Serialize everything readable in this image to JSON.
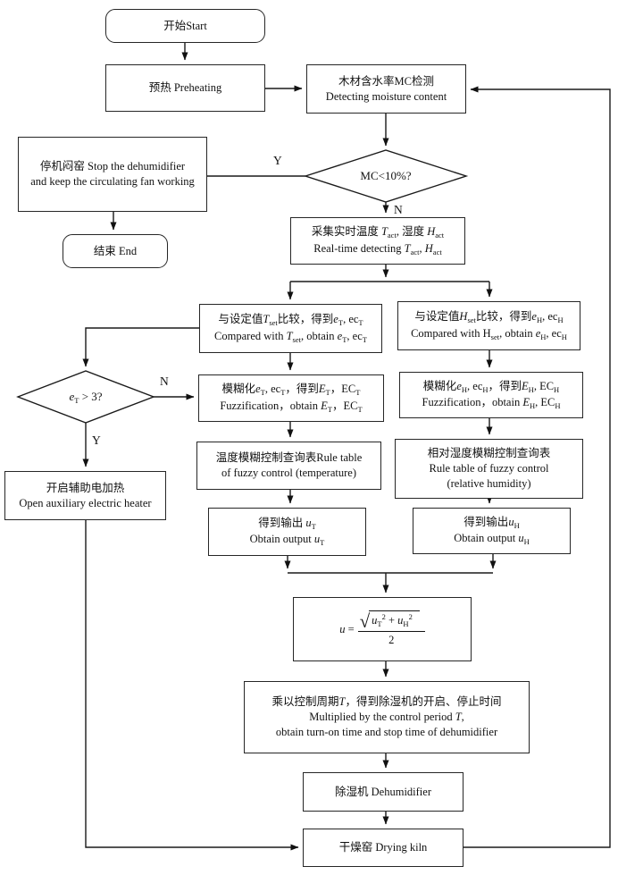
{
  "page": {
    "background": "#ffffff",
    "line_color": "#1a1a1a"
  },
  "labels": {
    "mc_yes": "Y",
    "mc_no": "N",
    "et_no": "N",
    "et_yes": "Y"
  },
  "nodes": {
    "start": {
      "lines": [
        [
          {
            "t": "开始Start"
          }
        ]
      ]
    },
    "preheat": {
      "lines": [
        [
          {
            "t": "预热  Preheating"
          }
        ]
      ]
    },
    "mc_detect": {
      "lines": [
        [
          {
            "t": "木材含水率MC检测"
          }
        ],
        [
          {
            "t": "Detecting moisture content"
          }
        ]
      ]
    },
    "mc_decision": {
      "lines": [
        [
          {
            "t": "MC<10%?"
          }
        ]
      ]
    },
    "stop": {
      "lines": [
        [
          {
            "t": "停机闷窑 Stop the dehumidifier"
          }
        ],
        [
          {
            "t": "and keep the circulating fan working"
          }
        ]
      ]
    },
    "end": {
      "lines": [
        [
          {
            "t": "结束 End"
          }
        ]
      ]
    },
    "realtime": {
      "lines": [
        [
          {
            "t": "采集实时温度 "
          },
          {
            "t": "T",
            "s": "i"
          },
          {
            "t": "act",
            "s": "sub"
          },
          {
            "t": ", 湿度 "
          },
          {
            "t": "H",
            "s": "i"
          },
          {
            "t": "act",
            "s": "sub"
          }
        ],
        [
          {
            "t": "Real-time detecting "
          },
          {
            "t": "T",
            "s": "i"
          },
          {
            "t": "act",
            "s": "sub"
          },
          {
            "t": ", "
          },
          {
            "t": "H",
            "s": "i"
          },
          {
            "t": "act",
            "s": "sub"
          }
        ]
      ]
    },
    "compare_T": {
      "lines": [
        [
          {
            "t": "与设定值"
          },
          {
            "t": "T",
            "s": "i"
          },
          {
            "t": "set",
            "s": "sub"
          },
          {
            "t": "比较，得到"
          },
          {
            "t": "e",
            "s": "i"
          },
          {
            "t": "T",
            "s": "sub"
          },
          {
            "t": ", ec"
          },
          {
            "t": "T",
            "s": "sub"
          }
        ],
        [
          {
            "t": "Compared with "
          },
          {
            "t": "T",
            "s": "i"
          },
          {
            "t": "set",
            "s": "sub"
          },
          {
            "t": ", obtain "
          },
          {
            "t": "e",
            "s": "i"
          },
          {
            "t": "T",
            "s": "sub"
          },
          {
            "t": ", ec"
          },
          {
            "t": "T",
            "s": "sub"
          }
        ]
      ]
    },
    "compare_H": {
      "lines": [
        [
          {
            "t": "与设定值"
          },
          {
            "t": "H",
            "s": "i"
          },
          {
            "t": "set",
            "s": "sub"
          },
          {
            "t": "比较，得到"
          },
          {
            "t": "e",
            "s": "i"
          },
          {
            "t": "H",
            "s": "sub"
          },
          {
            "t": ", ec"
          },
          {
            "t": "H",
            "s": "sub"
          }
        ],
        [
          {
            "t": "Compared with H"
          },
          {
            "t": "set",
            "s": "sub"
          },
          {
            "t": ", obtain "
          },
          {
            "t": "e",
            "s": "i"
          },
          {
            "t": "H",
            "s": "sub"
          },
          {
            "t": ", ec"
          },
          {
            "t": "H",
            "s": "sub"
          }
        ]
      ]
    },
    "fuzz_T": {
      "lines": [
        [
          {
            "t": "模糊化"
          },
          {
            "t": "e",
            "s": "i"
          },
          {
            "t": "T",
            "s": "sub"
          },
          {
            "t": ", ec"
          },
          {
            "t": "T",
            "s": "sub"
          },
          {
            "t": "，得到"
          },
          {
            "t": "E",
            "s": "i"
          },
          {
            "t": "T",
            "s": "sub"
          },
          {
            "t": "，EC"
          },
          {
            "t": "T",
            "s": "sub"
          }
        ],
        [
          {
            "t": "Fuzzification，obtain "
          },
          {
            "t": "E",
            "s": "i"
          },
          {
            "t": "T",
            "s": "sub"
          },
          {
            "t": "，EC"
          },
          {
            "t": "T",
            "s": "sub"
          }
        ]
      ]
    },
    "fuzz_H": {
      "lines": [
        [
          {
            "t": "模糊化"
          },
          {
            "t": "e",
            "s": "i"
          },
          {
            "t": "H",
            "s": "sub"
          },
          {
            "t": ", ec"
          },
          {
            "t": "H",
            "s": "sub"
          },
          {
            "t": "，得到"
          },
          {
            "t": "E",
            "s": "i"
          },
          {
            "t": "H",
            "s": "sub"
          },
          {
            "t": ", EC"
          },
          {
            "t": "H",
            "s": "sub"
          }
        ],
        [
          {
            "t": "Fuzzification，obtain "
          },
          {
            "t": "E",
            "s": "i"
          },
          {
            "t": "H",
            "s": "sub"
          },
          {
            "t": ", EC"
          },
          {
            "t": "H",
            "s": "sub"
          }
        ]
      ]
    },
    "rule_T": {
      "lines": [
        [
          {
            "t": "温度模糊控制查询表Rule table"
          }
        ],
        [
          {
            "t": "of fuzzy control (temperature)"
          }
        ]
      ]
    },
    "rule_H": {
      "lines": [
        [
          {
            "t": "相对湿度模糊控制查询表"
          }
        ],
        [
          {
            "t": "Rule table of fuzzy control"
          }
        ],
        [
          {
            "t": "(relative humidity)"
          }
        ]
      ]
    },
    "out_T": {
      "lines": [
        [
          {
            "t": "得到输出 "
          },
          {
            "t": "u",
            "s": "i"
          },
          {
            "t": "T",
            "s": "sub"
          }
        ],
        [
          {
            "t": "Obtain output "
          },
          {
            "t": "u",
            "s": "i"
          },
          {
            "t": "T",
            "s": "sub"
          }
        ]
      ]
    },
    "out_H": {
      "lines": [
        [
          {
            "t": "得到输出"
          },
          {
            "t": "u",
            "s": "i"
          },
          {
            "t": "H",
            "s": "sub"
          }
        ],
        [
          {
            "t": "Obtain output "
          },
          {
            "t": "u",
            "s": "i"
          },
          {
            "t": "H",
            "s": "sub"
          }
        ]
      ]
    },
    "formula": {
      "lhs": [
        {
          "t": "u",
          "s": "i"
        },
        {
          "t": " = "
        }
      ],
      "radical": "√",
      "num": [
        {
          "t": "u",
          "s": "i"
        },
        {
          "t": "T",
          "s": "sub"
        },
        {
          "t": "2",
          "s": "sup"
        },
        {
          "t": " + "
        },
        {
          "t": "u",
          "s": "i"
        },
        {
          "t": "H",
          "s": "sub"
        },
        {
          "t": "2",
          "s": "sup"
        }
      ],
      "den": "2"
    },
    "multiply": {
      "lines": [
        [
          {
            "t": "乘以控制周期"
          },
          {
            "t": "T",
            "s": "i"
          },
          {
            "t": "，得到除湿机的开启、停止时间"
          }
        ],
        [
          {
            "t": "Multiplied by the control period "
          },
          {
            "t": "T",
            "s": "i"
          },
          {
            "t": ","
          }
        ],
        [
          {
            "t": "obtain turn-on time and stop time of dehumidifier"
          }
        ]
      ]
    },
    "dehumidifier": {
      "lines": [
        [
          {
            "t": "除湿机  Dehumidifier"
          }
        ]
      ]
    },
    "kiln": {
      "lines": [
        [
          {
            "t": "干燥窑  Drying kiln"
          }
        ]
      ]
    },
    "et_decision": {
      "lines": [
        [
          {
            "t": "e",
            "s": "i"
          },
          {
            "t": "T",
            "s": "sub"
          },
          {
            "t": " > 3?"
          }
        ]
      ]
    },
    "heater": {
      "lines": [
        [
          {
            "t": "开启辅助电加热"
          }
        ],
        [
          {
            "t": "Open auxiliary electric heater"
          }
        ]
      ]
    }
  }
}
